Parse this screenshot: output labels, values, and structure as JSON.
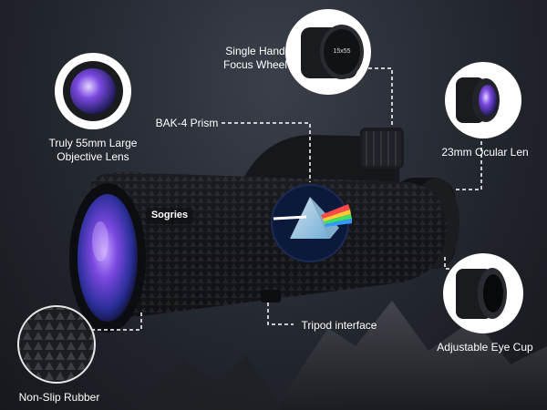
{
  "labels": {
    "focus_wheel": [
      "Single Hand",
      "Focus Wheel"
    ],
    "objective": [
      "Truly 55mm Large",
      "Objective Lens"
    ],
    "prism": "BAK-4 Prism",
    "ocular": "23mm Ocular Len",
    "tripod": "Tripod interface",
    "eye_cup": "Adjustable Eye Cup",
    "rubber": "Non-Slip Rubber"
  },
  "brand": "Sogries",
  "focus_wheel_marking": "15x55",
  "colors": {
    "background": "#23272e",
    "body": "#141518",
    "lens_purple": "#6a3fd0",
    "lens_blue": "#2a3fb0",
    "leader": "#ffffff"
  }
}
